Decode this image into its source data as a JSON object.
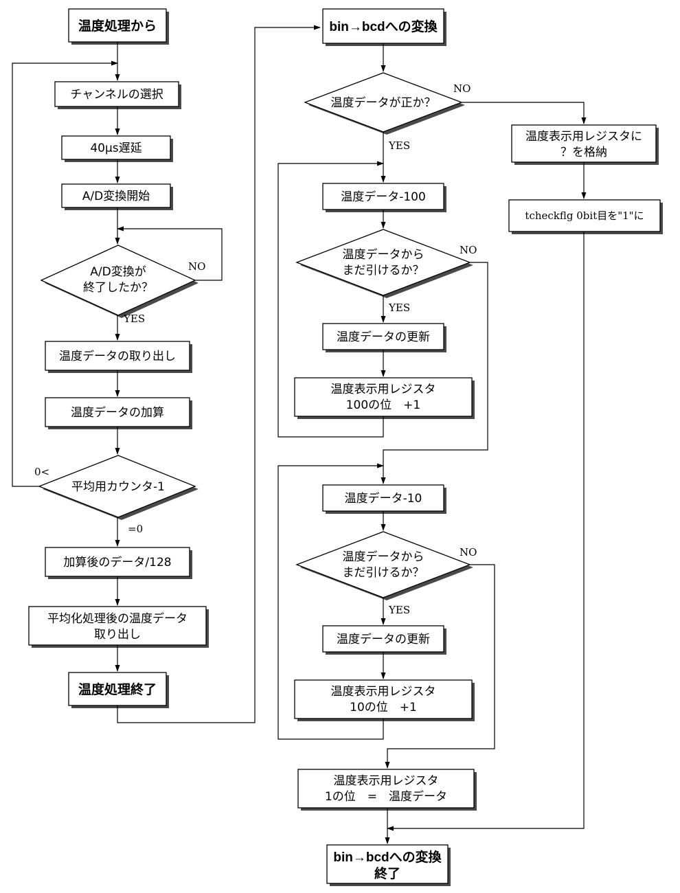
{
  "left": {
    "start": "温度処理から",
    "select_channel": "チャンネルの選択",
    "delay": "40μs遅延",
    "ad_start": "A/D変換開始",
    "ad_done_q": [
      "A/D変換が",
      "終了したか？"
    ],
    "extract": "温度データの取り出し",
    "add": "温度データの加算",
    "avg_counter": "平均用カウンタ-1",
    "divide": "加算後のデータ/128",
    "avg_extract": [
      "平均化処理後の温度データ",
      "取り出し"
    ],
    "end": "温度処理終了"
  },
  "middle": {
    "start": "bin→bcdへの変換",
    "positive_q": "温度データが正か？",
    "sub100": "温度データ-100",
    "can_sub_q1": [
      "温度データから",
      "まだ引けるか？"
    ],
    "update1": "温度データの更新",
    "reg100": [
      "温度表示用レジスタ",
      "100の位　+1"
    ],
    "sub10": "温度データ-10",
    "can_sub_q2": [
      "温度データから",
      "まだ引けるか？"
    ],
    "update2": "温度データの更新",
    "reg10": [
      "温度表示用レジスタ",
      "10の位　+1"
    ],
    "reg1": [
      "温度表示用レジスタ",
      "1の位　=　温度データ"
    ],
    "end": [
      "bin→bcdへの変換",
      "終了"
    ]
  },
  "right": {
    "store_q": [
      "温度表示用レジスタに",
      "？を格納"
    ],
    "flag": "tcheckflg 0bit目を\"1\"に"
  },
  "labels": {
    "no": "NO",
    "yes": "YES",
    "gt0": "0<",
    "eq0": "=0"
  }
}
